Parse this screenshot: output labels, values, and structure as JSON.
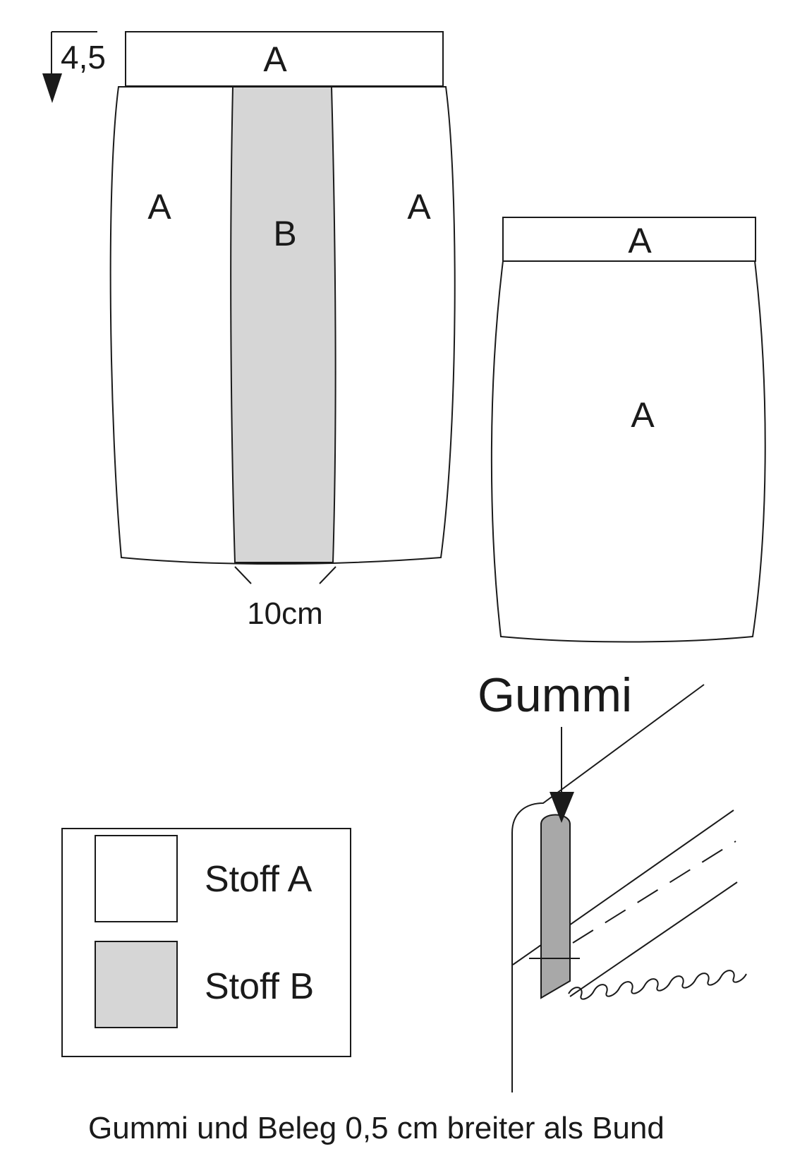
{
  "front_skirt": {
    "waistband_label": "A",
    "left_panel_label": "A",
    "center_panel_label": "B",
    "right_panel_label": "A",
    "center_width_label": "10cm",
    "waistband_height_label": "4,5"
  },
  "back_skirt": {
    "waistband_label": "A",
    "body_label": "A"
  },
  "legend": {
    "items": [
      {
        "label": "Stoff A",
        "color": "#ffffff"
      },
      {
        "label": "Stoff B",
        "color": "#d6d6d6"
      }
    ]
  },
  "detail": {
    "title": "Gummi",
    "elastic_color": "#a8a8a8"
  },
  "footer_note": "Gummi und Beleg 0,5 cm breiter als Bund"
}
